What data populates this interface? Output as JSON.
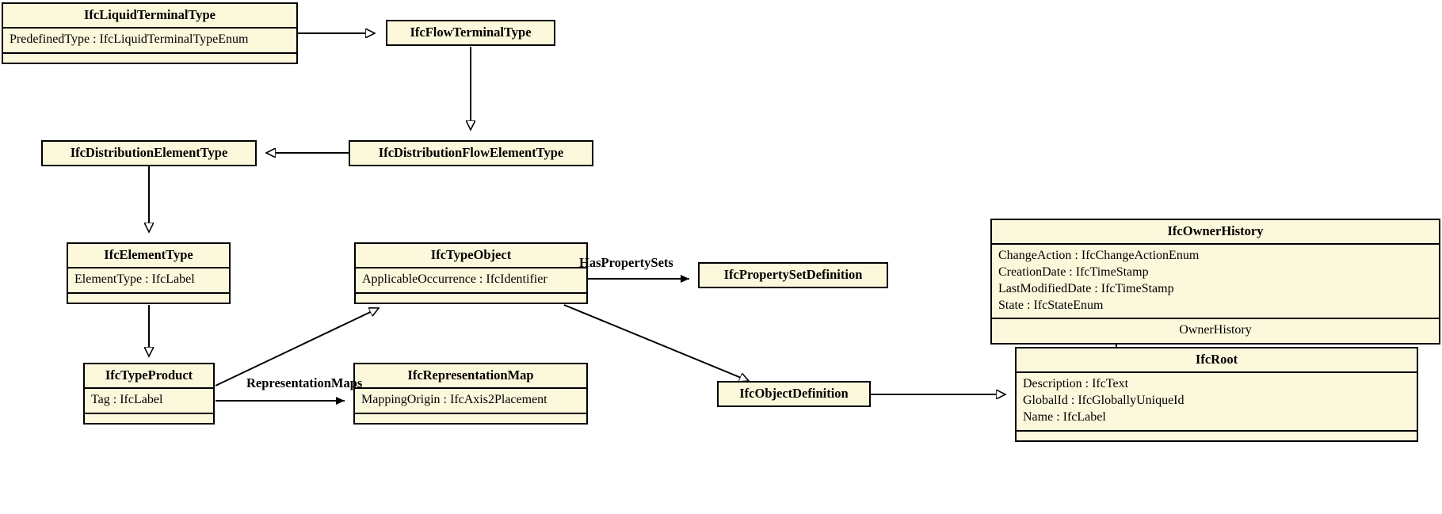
{
  "diagram": {
    "title": "IFC IfcLiquidTerminalType inheritance diagram",
    "background": "#ffffff",
    "box_fill": "#fcf8dc",
    "box_border": "#000000",
    "line_color": "#000000"
  },
  "classes": [
    {
      "id": "ifcliquidterminaltype",
      "name": "IfcLiquidTerminalType",
      "attributes": [
        "PredefinedType : IfcLiquidTerminalTypeEnum"
      ],
      "has_empty_compartment": true
    },
    {
      "id": "ifcflowterminaltype",
      "name": "IfcFlowTerminalType",
      "attributes": [],
      "has_empty_compartment": false
    },
    {
      "id": "ifcdistributionelementtype",
      "name": "IfcDistributionElementType",
      "attributes": [],
      "has_empty_compartment": false
    },
    {
      "id": "ifcdistributionflowelementtype",
      "name": "IfcDistributionFlowElementType",
      "attributes": [],
      "has_empty_compartment": false
    },
    {
      "id": "ifcelementtype",
      "name": "IfcElementType",
      "attributes": [
        "ElementType : IfcLabel"
      ],
      "has_empty_compartment": true
    },
    {
      "id": "ifctypeobject",
      "name": "IfcTypeObject",
      "attributes": [
        "ApplicableOccurrence : IfcIdentifier"
      ],
      "has_empty_compartment": true
    },
    {
      "id": "ifcpropertysetdefinition",
      "name": "IfcPropertySetDefinition",
      "attributes": [],
      "has_empty_compartment": false
    },
    {
      "id": "ifcownerhistory",
      "name": "IfcOwnerHistory",
      "attributes": [
        "ChangeAction : IfcChangeActionEnum",
        "CreationDate : IfcTimeStamp",
        "LastModifiedDate : IfcTimeStamp",
        "State : IfcStateEnum"
      ],
      "association_compartment": "OwnerHistory",
      "has_empty_compartment": false
    },
    {
      "id": "ifcroot",
      "name": "IfcRoot",
      "attributes": [
        "Description : IfcText",
        "GlobalId : IfcGloballyUniqueId",
        "Name : IfcLabel"
      ],
      "has_empty_compartment": true
    },
    {
      "id": "ifctypeproduct",
      "name": "IfcTypeProduct",
      "attributes": [
        "Tag : IfcLabel"
      ],
      "has_empty_compartment": true
    },
    {
      "id": "ifcrepresentationmap",
      "name": "IfcRepresentationMap",
      "attributes": [
        "MappingOrigin : IfcAxis2Placement"
      ],
      "has_empty_compartment": true
    },
    {
      "id": "ifcobjectdefinition",
      "name": "IfcObjectDefinition",
      "attributes": [],
      "has_empty_compartment": false
    }
  ],
  "edge_labels": [
    {
      "id": "haspropertysets",
      "text": "HasPropertySets"
    },
    {
      "id": "representationmaps",
      "text": "RepresentationMaps"
    }
  ]
}
